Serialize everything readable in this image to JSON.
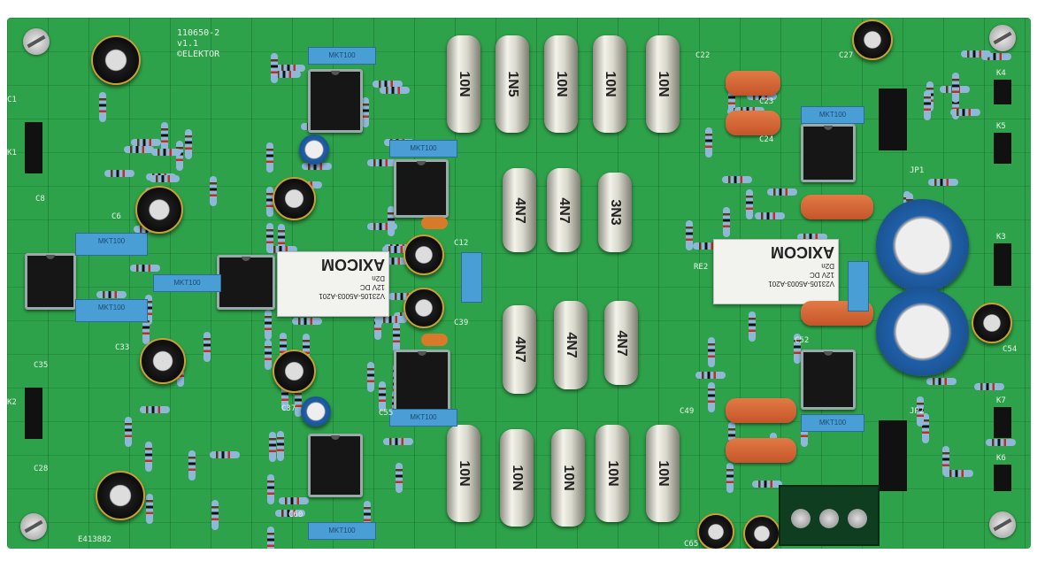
{
  "board": {
    "id": "110650-2",
    "version": "v1.1",
    "brand": "©ELEKTOR",
    "serial": "E413882"
  },
  "relays": [
    {
      "brand": "AXICOM",
      "type": "D2n",
      "voltage": "12V DC",
      "part": "V23105-A5003-A201"
    },
    {
      "brand": "AXICOM",
      "type": "D2n",
      "voltage": "12V DC",
      "part": "V23105-A5003-A201"
    }
  ],
  "foil_caps": {
    "top": [
      "10N",
      "1N5",
      "10N",
      "10N",
      "10N"
    ],
    "upper_mid": [
      "4N7",
      "4N7",
      "3N3"
    ],
    "lower_mid": [
      "4N7",
      "4N7",
      "4N7"
    ],
    "bottom": [
      "10N",
      "10N",
      "10N",
      "10N",
      "10N"
    ]
  },
  "blue_cap_label": "MKT100",
  "refs": [
    "C1",
    "K1",
    "C8",
    "C6",
    "C35",
    "K2",
    "C28",
    "C12",
    "C39",
    "C52",
    "C54",
    "K3",
    "K4",
    "K5",
    "K6",
    "K7",
    "JP1",
    "JP2",
    "RE2",
    "C22",
    "C23",
    "C24",
    "C27",
    "C65",
    "C33",
    "C37",
    "C60",
    "C55",
    "C49"
  ],
  "colors": {
    "board": "#2ea24a",
    "relay": "#f2f2ee",
    "orange_cap": "#d5602f",
    "blue_cap": "#4a9ed6"
  }
}
